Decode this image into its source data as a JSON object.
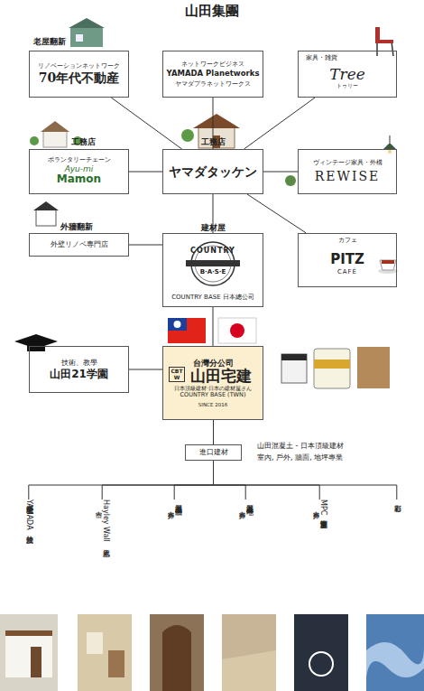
{
  "diagram": {
    "title": "山田集團",
    "nodes": [
      {
        "text": [
          "老屋翻新",
          "リノベーションネットワーク",
          "70年代不動産"
        ]
      },
      {
        "text": [
          "ネットワークビジネス",
          "YAMADA Planetworks",
          "ヤマダプラネットワークス"
        ]
      },
      {
        "text": [
          "家具・雑貨",
          "Tree",
          "トゥリー"
        ]
      },
      {
        "text": [
          "工務店",
          "ボランタリーチェーン",
          "Ayu-mi",
          "Mamon"
        ]
      },
      {
        "text": [
          "工務店",
          "ヤマダタッケン"
        ]
      },
      {
        "text": [
          "ヴィンテージ家具・外構",
          "REWISE"
        ]
      },
      {
        "text": [
          "外牆翻新",
          "外壁リノベ専門店"
        ]
      },
      {
        "text": [
          "建材屋",
          "COUNTRY",
          "B·A·S·E",
          "COUNTRY BASE 日本總公司"
        ]
      },
      {
        "text": [
          "カフェ",
          "PITZ",
          "CAFÉ"
        ]
      },
      {
        "text": [
          "技術、教學",
          "山田21学園"
        ]
      },
      {
        "text": [
          "台灣分公司",
          "CBTW",
          "山田宅建",
          "日本頂級建材‧日本の建材屋さん",
          "COUNTRY BASE (TWN)",
          "SINCE 2016"
        ]
      },
      {
        "text": [
          "進口建材"
        ]
      },
      {
        "text": [
          "全能建築YAMADA外牆拉皮"
        ]
      },
      {
        "text": [
          "Hayley Wall 人氣壁",
          "室內"
        ]
      },
      {
        "text": [
          "麗晶混凝土 牆面",
          "室內 戶外"
        ]
      },
      {
        "text": [
          "麗晶混凝土 地坪",
          "室內 戶外"
        ]
      },
      {
        "text": [
          "MPC多彩彈性混凝土",
          "室內 戶外"
        ]
      },
      {
        "text": [
          "彩影石"
        ]
      }
    ],
    "edges": [
      {
        "from": 4,
        "to": 1,
        "arrow": "none"
      },
      {
        "from": 4,
        "to": 0,
        "arrow": "none"
      },
      {
        "from": 4,
        "to": 2,
        "arrow": "none"
      },
      {
        "from": 4,
        "to": 3,
        "arrow": "none"
      },
      {
        "from": 4,
        "to": 5,
        "arrow": "none"
      },
      {
        "from": 4,
        "to": 8,
        "arrow": "none"
      },
      {
        "from": 4,
        "to": 7,
        "arrow": "none"
      },
      {
        "from": 7,
        "to": 6,
        "arrow": "none"
      },
      {
        "from": 7,
        "to": 10,
        "arrow": "none"
      },
      {
        "from": 10,
        "to": 9,
        "arrow": "none"
      },
      {
        "from": 10,
        "to": 11,
        "arrow": "none"
      },
      {
        "from": 11,
        "to": 12,
        "arrow": "none"
      },
      {
        "from": 11,
        "to": 13,
        "arrow": "none"
      },
      {
        "from": 11,
        "to": 14,
        "arrow": "none"
      },
      {
        "from": 11,
        "to": 15,
        "arrow": "none"
      },
      {
        "from": 11,
        "to": 16,
        "arrow": "none"
      },
      {
        "from": 11,
        "to": 17,
        "arrow": "none"
      }
    ],
    "labels": [
      "山田混凝土 - 日本頂級建材",
      "室內, 戶外, 牆面, 地坪專業"
    ]
  }
}
